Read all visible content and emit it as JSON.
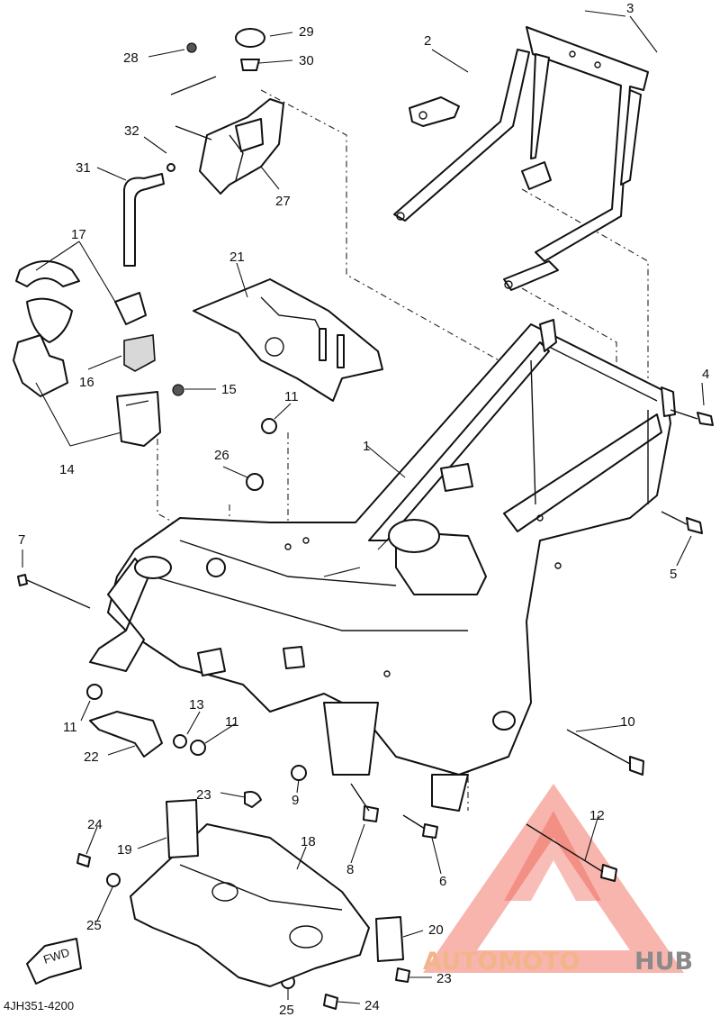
{
  "diagram": {
    "code": "4JH351-4200",
    "fwd_label": "FWD",
    "part_numbers": [
      "1",
      "2",
      "3",
      "4",
      "5",
      "6",
      "7",
      "8",
      "9",
      "10",
      "11",
      "12",
      "13",
      "14",
      "15",
      "16",
      "17",
      "18",
      "19",
      "20",
      "21",
      "22",
      "23",
      "24",
      "25",
      "26",
      "27",
      "28",
      "29",
      "30",
      "31",
      "32"
    ]
  },
  "watermark": {
    "brand_part1": "AUTOMOTO",
    "brand_part2": "HUB",
    "colors": {
      "triangle": "#ee5a4a",
      "text_light": "#f2b58a",
      "text_dark": "#8a8a8a"
    }
  }
}
